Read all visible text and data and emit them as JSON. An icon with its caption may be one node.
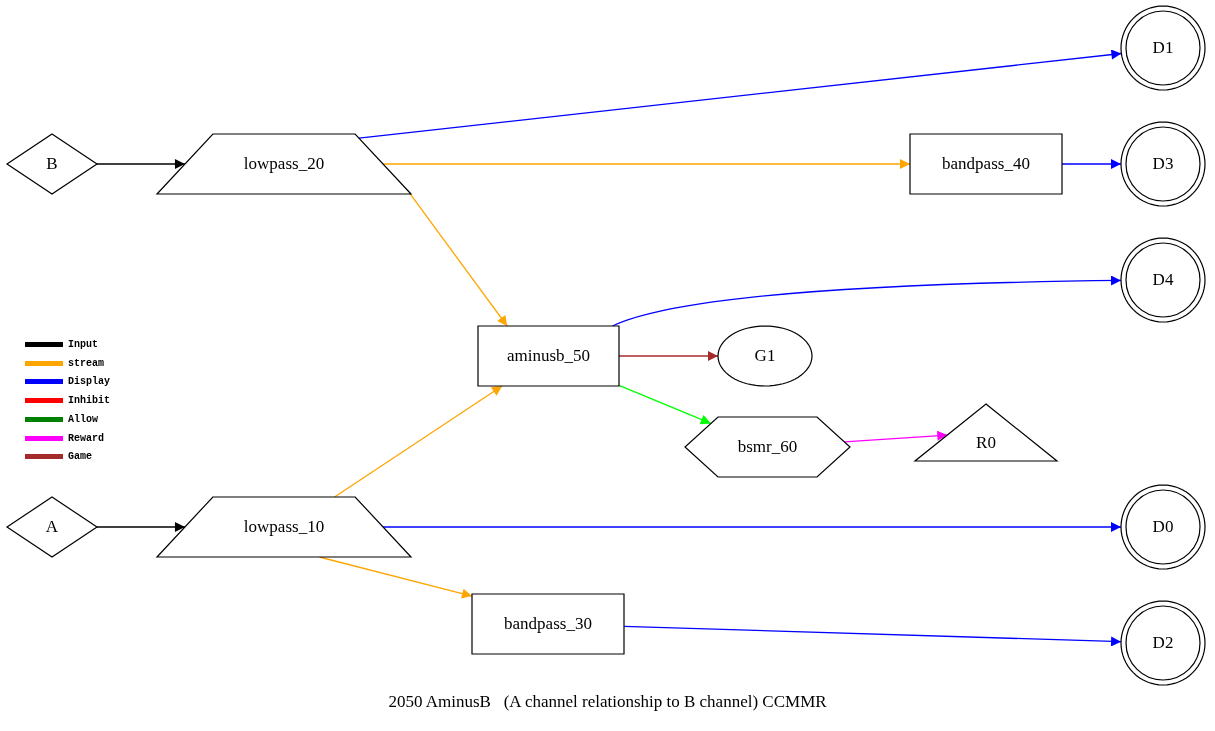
{
  "diagram": {
    "caption": "2050 AminusB   (A channel relationship to B channel) CCMMR",
    "nodes": [
      {
        "text": [
          "B"
        ]
      },
      {
        "text": [
          "lowpass_20"
        ]
      },
      {
        "text": [
          "bandpass_40"
        ]
      },
      {
        "text": [
          "D1"
        ]
      },
      {
        "text": [
          "D3"
        ]
      },
      {
        "text": [
          "D4"
        ]
      },
      {
        "text": [
          "aminusb_50"
        ]
      },
      {
        "text": [
          "G1"
        ]
      },
      {
        "text": [
          "bsmr_60"
        ]
      },
      {
        "text": [
          "R0"
        ]
      },
      {
        "text": [
          "A"
        ]
      },
      {
        "text": [
          "lowpass_10"
        ]
      },
      {
        "text": [
          "bandpass_30"
        ]
      },
      {
        "text": [
          "D0"
        ]
      },
      {
        "text": [
          "D2"
        ]
      }
    ],
    "edges": [
      {
        "from": 0,
        "to": 1,
        "arrow": "to",
        "color": "#000000"
      },
      {
        "from": 1,
        "to": 3,
        "arrow": "to",
        "color": "#0000ff"
      },
      {
        "from": 1,
        "to": 2,
        "arrow": "to",
        "color": "#ffa500"
      },
      {
        "from": 2,
        "to": 4,
        "arrow": "to",
        "color": "#0000ff"
      },
      {
        "from": 1,
        "to": 6,
        "arrow": "to",
        "color": "#ffa500"
      },
      {
        "from": 6,
        "to": 5,
        "arrow": "to",
        "color": "#0000ff"
      },
      {
        "from": 6,
        "to": 7,
        "arrow": "to",
        "color": "#a52a2a"
      },
      {
        "from": 6,
        "to": 8,
        "arrow": "to",
        "color": "#00ff00"
      },
      {
        "from": 8,
        "to": 9,
        "arrow": "to",
        "color": "#ff00ff"
      },
      {
        "from": 10,
        "to": 11,
        "arrow": "to",
        "color": "#000000"
      },
      {
        "from": 11,
        "to": 6,
        "arrow": "to",
        "color": "#ffa500"
      },
      {
        "from": 11,
        "to": 13,
        "arrow": "to",
        "color": "#0000ff"
      },
      {
        "from": 11,
        "to": 12,
        "arrow": "to",
        "color": "#ffa500"
      },
      {
        "from": 12,
        "to": 14,
        "arrow": "to",
        "color": "#0000ff"
      }
    ],
    "legend": [
      {
        "text": "Input",
        "color": "#000000"
      },
      {
        "text": "stream",
        "color": "#ffa500"
      },
      {
        "text": "Display",
        "color": "#0000ff"
      },
      {
        "text": "Inhibit",
        "color": "#ff0000"
      },
      {
        "text": "Allow",
        "color": "#008000"
      },
      {
        "text": "Reward",
        "color": "#ff00ff"
      },
      {
        "text": "Game",
        "color": "#a52a2a"
      }
    ]
  }
}
